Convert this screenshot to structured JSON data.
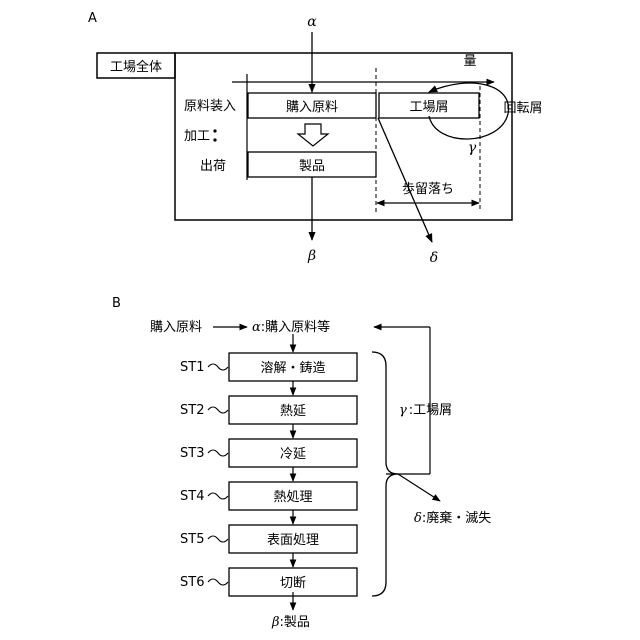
{
  "panel_a": {
    "label": "A",
    "plant_label": "工場全体",
    "alpha": "α",
    "beta": "β",
    "gamma": "γ",
    "delta": "δ",
    "quantity": "量",
    "row_input": "原料装入",
    "row_process": "加工",
    "row_ship": "出荷",
    "box_raw": "購入原料",
    "box_scrap": "工場屑",
    "box_product": "製品",
    "return_scrap": "回転屑",
    "yield_loss": "歩留落ち"
  },
  "panel_b": {
    "label": "B",
    "purchased": "購入原料",
    "alpha": "α",
    "alpha_text": ":購入原料等",
    "steps": [
      {
        "id": "ST1",
        "name": "溶解・鋳造"
      },
      {
        "id": "ST2",
        "name": "熱延"
      },
      {
        "id": "ST3",
        "name": "冷延"
      },
      {
        "id": "ST4",
        "name": "熱処理"
      },
      {
        "id": "ST5",
        "name": "表面処理"
      },
      {
        "id": "ST6",
        "name": "切断"
      }
    ],
    "gamma": "γ",
    "gamma_text": ":工場屑",
    "delta": "δ",
    "delta_text": ":廃棄・滅失",
    "beta": "β",
    "beta_text": ":製品"
  }
}
